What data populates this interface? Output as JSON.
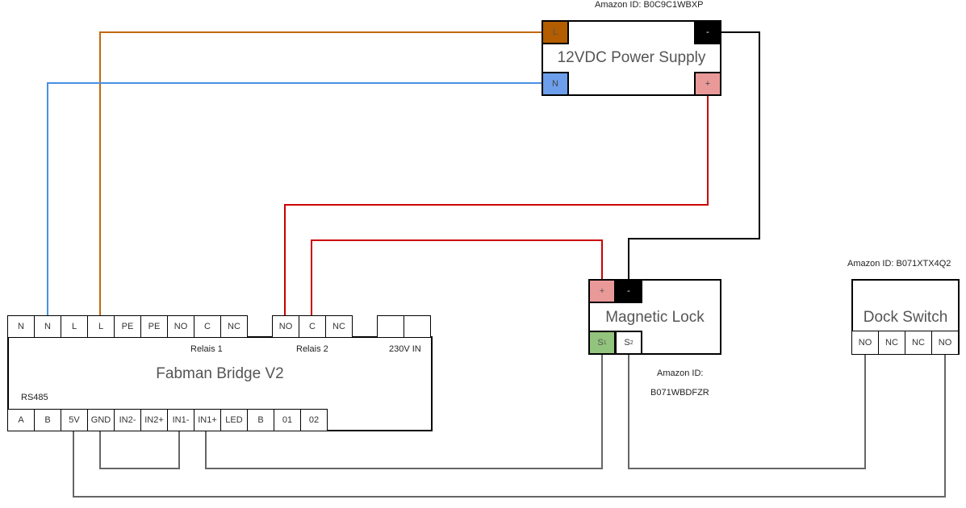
{
  "colors": {
    "brown": "#c0690f",
    "blue": "#4a90e2",
    "red": "#cc0000",
    "black": "#000000",
    "gray": "#666666",
    "term_L": "#b35c00",
    "term_N": "#6d9eeb",
    "term_plus": "#ea9999",
    "term_S1": "#93c47d"
  },
  "power_supply": {
    "title": "12VDC Power Supply",
    "amazon_id": "Amazon ID: B0C9C1WBXP",
    "terminals": {
      "L": "L",
      "N": "N",
      "minus": "-",
      "plus": "+"
    }
  },
  "fabman": {
    "title": "Fabman Bridge V2",
    "top_terminals": [
      "N",
      "N",
      "L",
      "L",
      "PE",
      "PE",
      "NO",
      "C",
      "NC"
    ],
    "relay2_terminals": [
      "NO",
      "C",
      "NC"
    ],
    "in_terminals": [
      "",
      ""
    ],
    "bottom_terminals": [
      "A",
      "B",
      "5V",
      "GND",
      "IN2-",
      "IN2+",
      "IN1-",
      "IN1+",
      "LED",
      "B",
      "01",
      "02"
    ],
    "relais1": "Relais 1",
    "relais2": "Relais 2",
    "in230": "230V IN",
    "rs485": "RS485"
  },
  "maglock": {
    "title": "Magnetic Lock",
    "amazon_label": "Amazon ID:",
    "amazon_id": "B071WBDFZR",
    "terminals": {
      "plus": "+",
      "minus": "-",
      "s1": "S",
      "s1_sub": "1",
      "s2": "S",
      "s2_sub": "2"
    }
  },
  "dock": {
    "title": "Dock Switch",
    "amazon_id": "Amazon ID: B071XTX4Q2",
    "terminals": [
      "NO",
      "NC",
      "NC",
      "NO"
    ]
  }
}
